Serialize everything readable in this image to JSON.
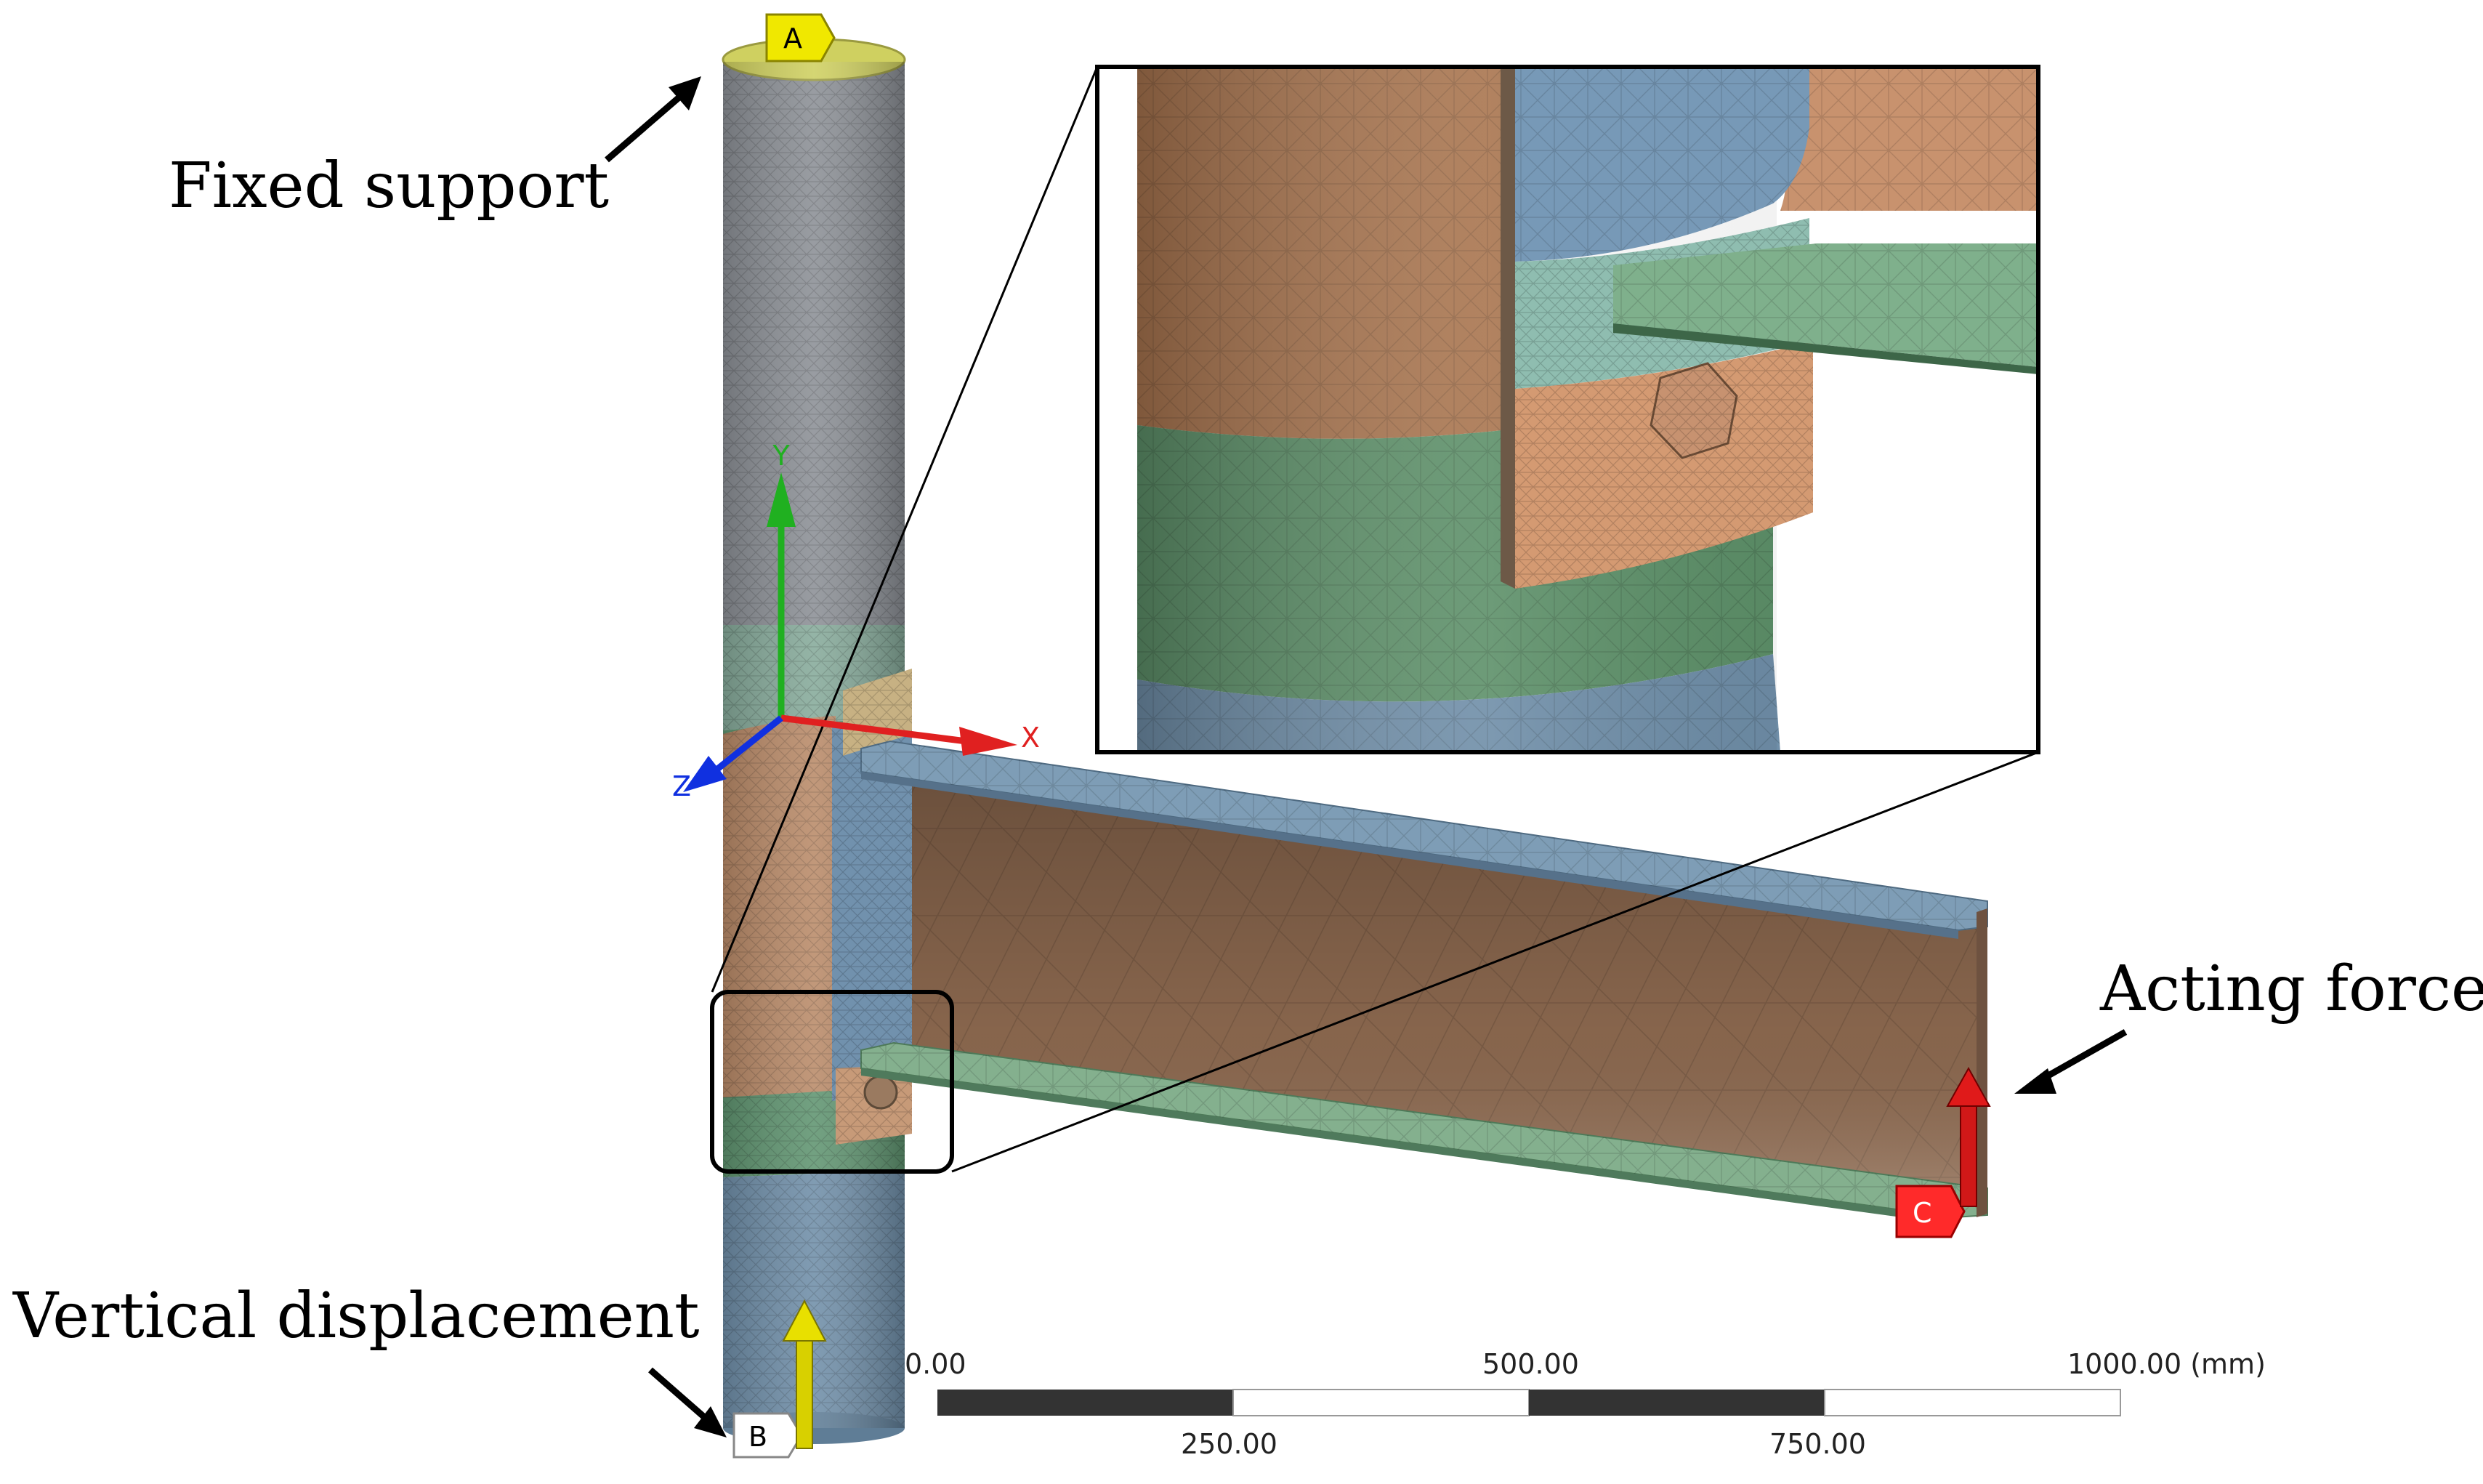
{
  "callouts": {
    "fixed_support": "Fixed support",
    "acting_force": "Acting force",
    "vertical_displacement": "Vertical displacement"
  },
  "axes": {
    "x": "X",
    "y": "Y",
    "z": "Z"
  },
  "boundary_labels": {
    "a": "A",
    "b": "B",
    "c": "C"
  },
  "scale_bar": {
    "top_labels": [
      "0.00",
      "500.00",
      "1000.00 (mm)"
    ],
    "bottom_labels": [
      "250.00",
      "750.00"
    ]
  },
  "colors": {
    "gray_column": "#8b8f95",
    "blue_part": "#7191ad",
    "orange_part": "#b98a68",
    "green_part": "#5f9470",
    "light_green": "#7fab88",
    "yellow_load": "#e8e000",
    "red_load": "#e01a1a"
  }
}
